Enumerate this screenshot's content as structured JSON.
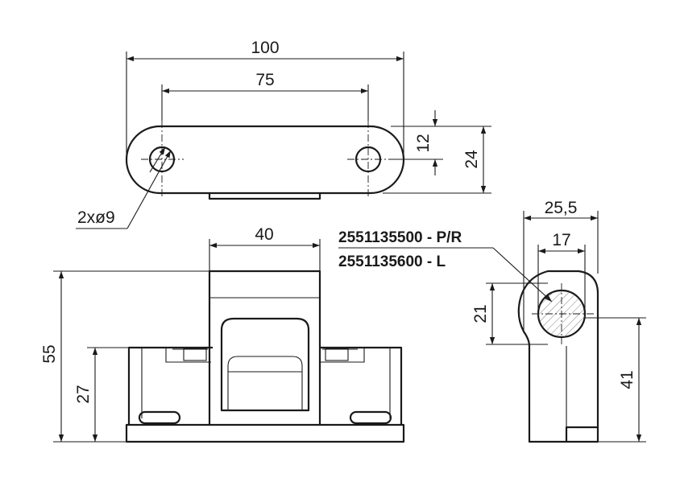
{
  "dimensions": {
    "top_overall_length": "100",
    "top_hole_spacing": "75",
    "top_hole_center_height": "12",
    "top_overall_width": "24",
    "hole_callout": "2xø9",
    "front_block_width": "40",
    "front_overall_height": "55",
    "front_base_height": "27",
    "side_overall_depth": "25,5",
    "side_pin_diameter": "17",
    "side_pin_height": "21",
    "side_pin_center_height": "41"
  },
  "part_numbers": {
    "right": "2551135500 - P/R",
    "left": "2551135600 - L"
  }
}
